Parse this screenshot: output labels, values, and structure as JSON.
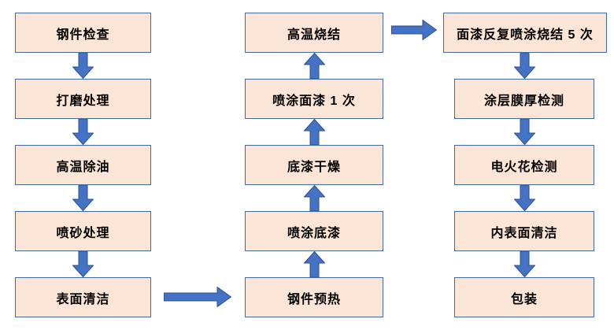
{
  "diagram": {
    "type": "flowchart",
    "background_color": "#FFFFFF",
    "colors": {
      "node_fill": "#FBE5D6",
      "node_border": "#44699D",
      "arrow_fill": "#4472C4",
      "arrow_border": "#2F528F",
      "text": "#000000"
    },
    "nodes": [
      {
        "id": "steel-inspection",
        "label": "钢件检查"
      },
      {
        "id": "grinding",
        "label": "打磨处理"
      },
      {
        "id": "degreasing",
        "label": "高温除油"
      },
      {
        "id": "sandblasting",
        "label": "喷砂处理"
      },
      {
        "id": "surface-cleaning",
        "label": "表面清洁"
      },
      {
        "id": "steel-preheating",
        "label": "钢件预热"
      },
      {
        "id": "primer-spraying",
        "label": "喷涂底漆"
      },
      {
        "id": "primer-drying",
        "label": "底漆干燥"
      },
      {
        "id": "topcoat-spraying-once",
        "label": "喷涂面漆 1 次"
      },
      {
        "id": "high-temp-sintering",
        "label": "高温烧结"
      },
      {
        "id": "repeat-topcoat-sintering",
        "label": "面漆反复喷涂烧结 5 次"
      },
      {
        "id": "coating-thickness-test",
        "label": "涂层膜厚检测"
      },
      {
        "id": "spark-test",
        "label": "电火花检测"
      },
      {
        "id": "inner-surface-cleaning",
        "label": "内表面清洁"
      },
      {
        "id": "packaging",
        "label": "包装"
      }
    ],
    "flow_sequence": [
      "钢件检查",
      "打磨处理",
      "高温除油",
      "喷砂处理",
      "表面清洁",
      "钢件预热",
      "喷涂底漆",
      "底漆干燥",
      "喷涂面漆 1 次",
      "高温烧结",
      "面漆反复喷涂烧结 5 次",
      "涂层膜厚检测",
      "电火花检测",
      "内表面清洁",
      "包装"
    ],
    "column_directions": {
      "left": "down",
      "middle": "up",
      "right": "down"
    }
  }
}
